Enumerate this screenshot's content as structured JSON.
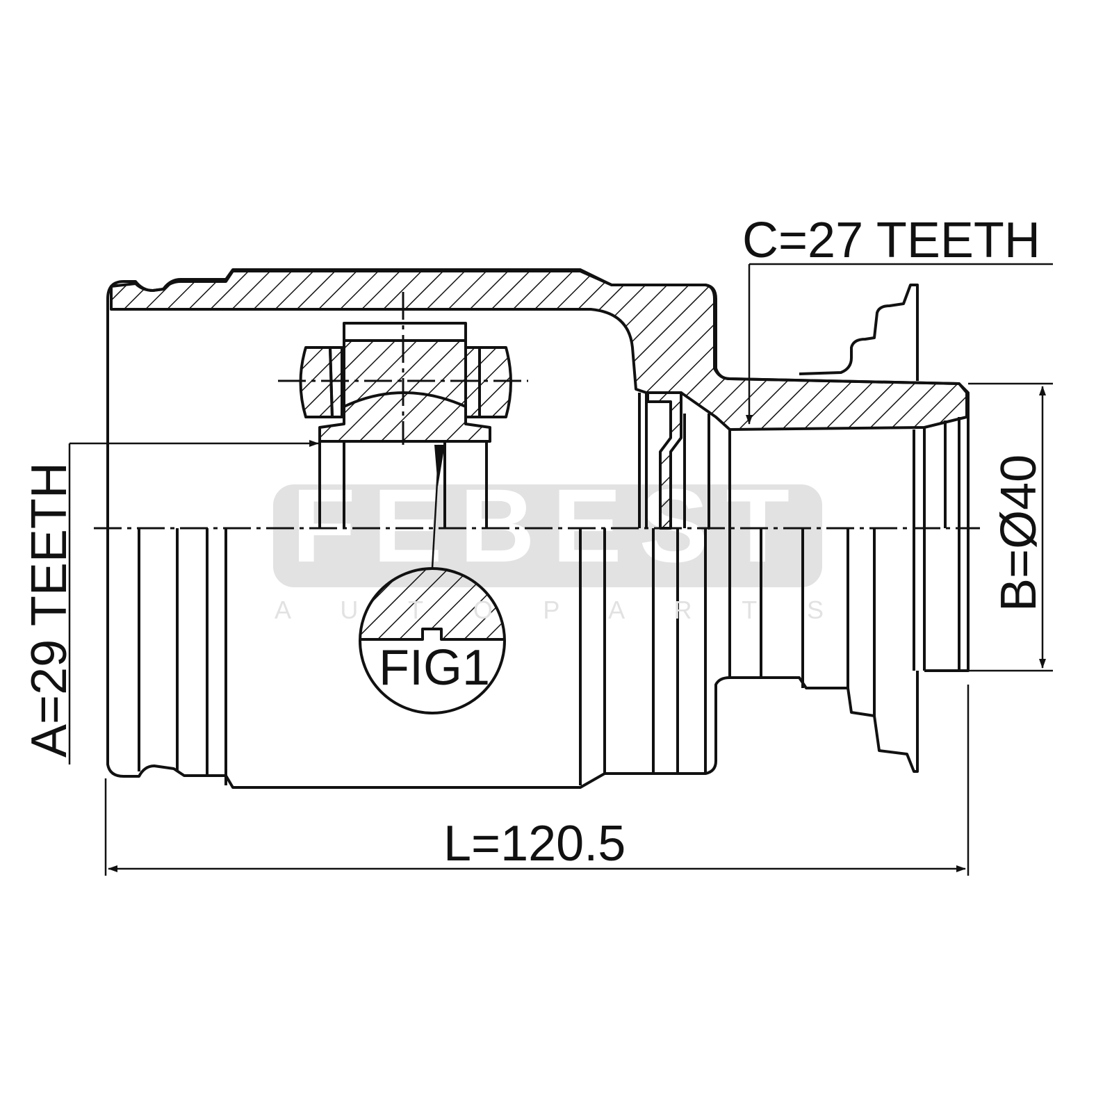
{
  "labels": {
    "spline_a": "A=29 TEETH",
    "diameter_b": "B=Ø40",
    "spline_c": "C=27 TEETH",
    "length_l": "L=120.5",
    "detail": "FIG1"
  },
  "watermark": {
    "brand": "FEBEST",
    "tagline": "A  U  T  O     P  A  R  T  S"
  }
}
